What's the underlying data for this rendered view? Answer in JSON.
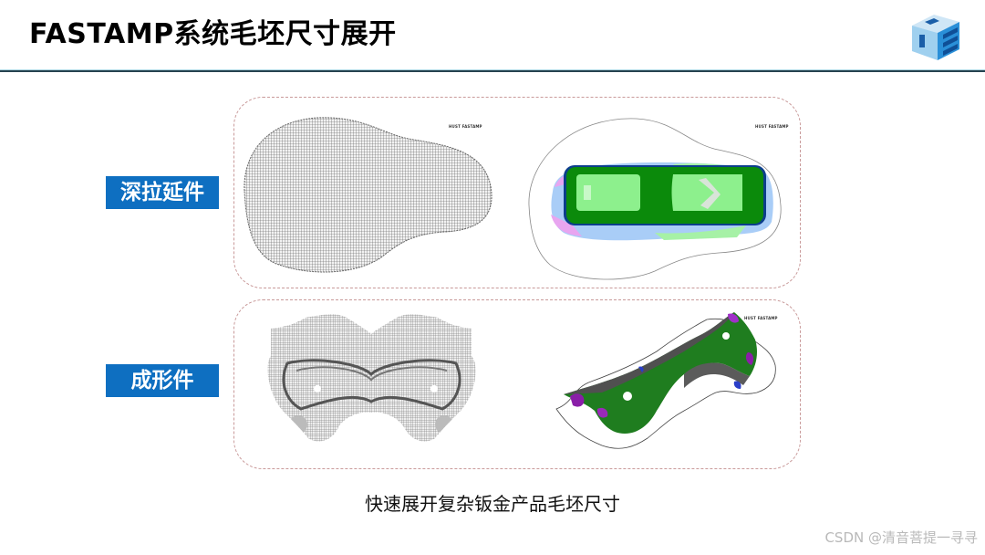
{
  "slide": {
    "title": "FASTAMP系统毛坯尺寸展开",
    "logo": "hust-fastamp-cube-logo",
    "accent_color": "#0e6fc1",
    "divider_color": "#25424f"
  },
  "rows": [
    {
      "label": "深拉延件",
      "left_figure": {
        "description": "unfolded blank mesh (grid)",
        "tag": "HUST FASTAMP"
      },
      "right_figure": {
        "description": "formed part thickness contour over blank outline",
        "tag": "HUST FASTAMP"
      }
    },
    {
      "label": "成形件",
      "left_figure": {
        "description": "formed part mesh",
        "tag": ""
      },
      "right_figure": {
        "description": "3D formed part contour with blank outline",
        "tag": "HUST FASTAMP"
      }
    }
  ],
  "caption": "快速展开复杂钣金产品毛坯尺寸",
  "watermark": "CSDN @清音菩提一寻寻"
}
